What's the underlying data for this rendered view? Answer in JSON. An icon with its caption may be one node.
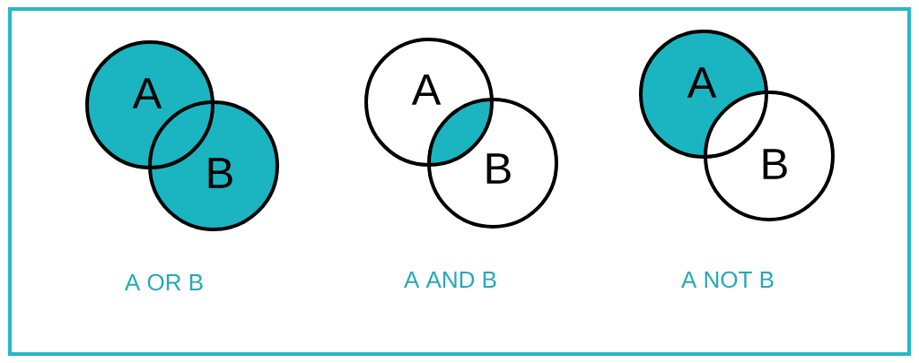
{
  "diagram": {
    "nodes": [
      {
        "text": [
          "A"
        ]
      },
      {
        "text": [
          "B"
        ]
      },
      {
        "text": [
          "A"
        ]
      },
      {
        "text": [
          "B"
        ]
      },
      {
        "text": [
          "A"
        ]
      },
      {
        "text": [
          "B"
        ]
      }
    ],
    "labels": [
      "A OR B",
      "A AND B",
      "A NOT B"
    ]
  }
}
